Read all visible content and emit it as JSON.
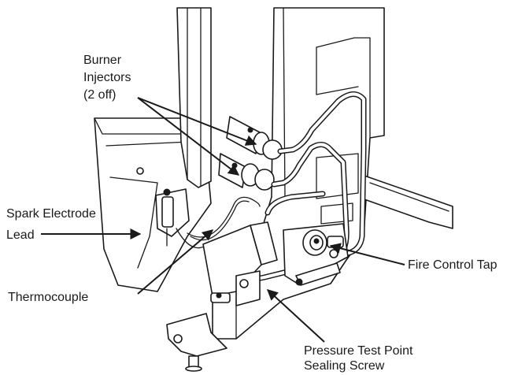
{
  "labels": {
    "burner_injectors": [
      "Burner",
      "Injectors",
      "(2 off)"
    ],
    "spark_electrode": [
      "Spark Electrode",
      "Lead"
    ],
    "thermocouple": "Thermocouple",
    "fire_control_tap": "Fire Control Tap",
    "pressure_test_point": [
      "Pressure Test Point",
      "Sealing Screw"
    ]
  }
}
